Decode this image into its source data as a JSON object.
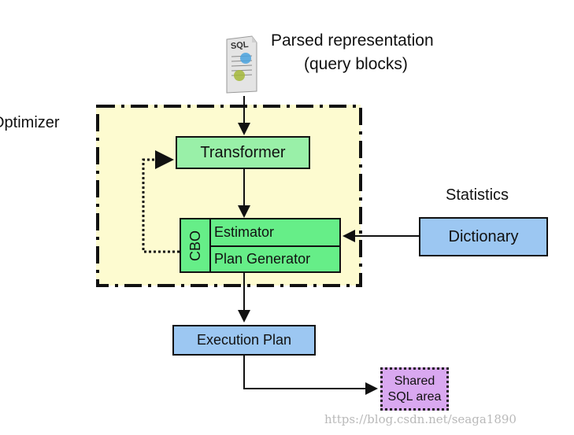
{
  "diagram": {
    "input": {
      "icon_text": "SQL",
      "caption_line1": "Parsed representation",
      "caption_line2": "(query blocks)"
    },
    "optimizer": {
      "label": "Optimizer",
      "transformer": "Transformer",
      "cbo_label": "CBO",
      "estimator": "Estimator",
      "plan_generator": "Plan Generator"
    },
    "statistics": {
      "heading": "Statistics",
      "dictionary": "Dictionary"
    },
    "execution_plan": "Execution Plan",
    "shared_sql": {
      "line1": "Shared",
      "line2": "SQL area"
    },
    "watermark": "https://blog.csdn.net/seaga1890",
    "colors": {
      "optimizer_fill": "#fdfbd0",
      "transformer_fill": "#99f0a8",
      "cbo_fill": "#66ee88",
      "blue_fill": "#9cc7f2",
      "shared_fill": "#d9a8f0"
    }
  }
}
